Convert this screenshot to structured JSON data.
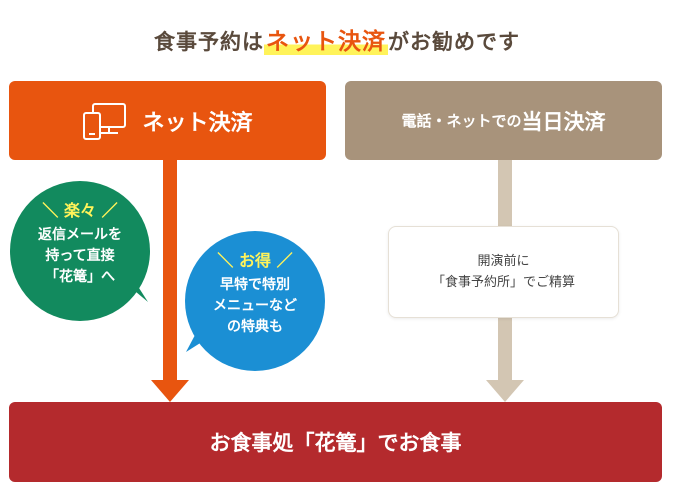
{
  "headline": {
    "prefix": "食事予約は",
    "highlight": "ネット決済",
    "suffix": "がお勧めです"
  },
  "colors": {
    "net": "#e8550f",
    "today": "#a8937b",
    "bottom": "#b42a2d",
    "raku": "#128a5e",
    "otoku": "#1b8fd4",
    "tag": "#fff35a"
  },
  "net_box": {
    "icon": "devices-icon",
    "label": "ネット決済"
  },
  "today_box": {
    "label_small": "電話・ネットでの",
    "label_big": "当日決済"
  },
  "bubble_raku": {
    "tag": "＼ 楽々 ／",
    "line1": "返信メールを",
    "line2": "持って直接",
    "line3": "「花篭」へ"
  },
  "bubble_otoku": {
    "tag": "＼ お得 ／",
    "line1": "早特で特別",
    "line2": "メニューなど",
    "line3": "の特典も"
  },
  "info_box": {
    "line1": "開演前に",
    "line2": "「食事予約所」でご精算"
  },
  "bottom_box": {
    "label": "お食事処「花篭」でお食事"
  }
}
